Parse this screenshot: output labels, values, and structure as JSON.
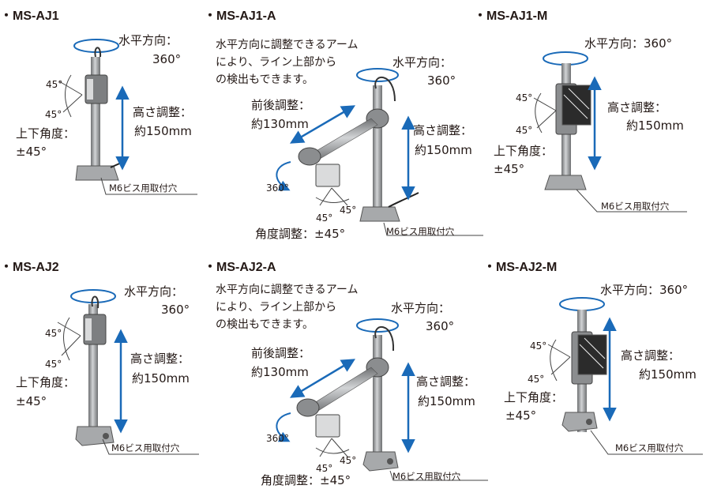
{
  "colors": {
    "arrow": "#1a6ab8",
    "metal": "#8b8d8f",
    "metal_dark": "#5f6163",
    "metal_light": "#c9cbcd",
    "mount": "#b1b3b5"
  },
  "panels": [
    {
      "title": "・MS-AJ1",
      "horizontal_label": "水平方向：",
      "horizontal_value": "360°",
      "height_label": "高さ調整：",
      "height_value": "約150mm",
      "angle_top": "45°",
      "angle_bottom": "45°",
      "tilt_label": "上下角度：",
      "tilt_value": "±45°",
      "mount_hole": "M6ビス用取付穴"
    },
    {
      "title": "・MS-AJ1-A",
      "arm_note_1": "水平方向に調整できるアーム",
      "arm_note_2": "により、ライン上部から",
      "arm_note_3": "の検出もできます。",
      "horizontal_label": "水平方向：",
      "horizontal_value": "360°",
      "front_back_label": "前後調整：",
      "front_back_value": "約130mm",
      "height_label": "高さ調整：",
      "height_value": "約150mm",
      "rotation_value": "360°",
      "angle_left": "45°",
      "angle_right": "45°",
      "angle_adjust": "角度調整：±45°",
      "mount_hole": "M6ビス用取付穴"
    },
    {
      "title": "・MS-AJ1-M",
      "horizontal_text": "水平方向：360°",
      "height_label": "高さ調整：",
      "height_value": "約150mm",
      "angle_top": "45°",
      "angle_bottom": "45°",
      "tilt_label": "上下角度：",
      "tilt_value": "±45°",
      "mount_hole": "M6ビス用取付穴"
    },
    {
      "title": "・MS-AJ2",
      "horizontal_label": "水平方向：",
      "horizontal_value": "360°",
      "height_label": "高さ調整：",
      "height_value": "約150mm",
      "angle_top": "45°",
      "angle_bottom": "45°",
      "tilt_label": "上下角度：",
      "tilt_value": "±45°",
      "mount_hole": "M6ビス用取付穴"
    },
    {
      "title": "・MS-AJ2-A",
      "arm_note_1": "水平方向に調整できるアーム",
      "arm_note_2": "により、ライン上部から",
      "arm_note_3": "の検出もできます。",
      "horizontal_label": "水平方向：",
      "horizontal_value": "360°",
      "front_back_label": "前後調整：",
      "front_back_value": "約130mm",
      "height_label": "高さ調整：",
      "height_value": "約150mm",
      "rotation_value": "360°",
      "angle_left": "45°",
      "angle_right": "45°",
      "angle_adjust": "角度調整：±45°",
      "mount_hole": "M6ビス用取付穴"
    },
    {
      "title": "・MS-AJ2-M",
      "horizontal_text": "水平方向：360°",
      "height_label": "高さ調整：",
      "height_value": "約150mm",
      "angle_top": "45°",
      "angle_bottom": "45°",
      "tilt_label": "上下角度：",
      "tilt_value": "±45°",
      "mount_hole": "M6ビス用取付穴"
    }
  ]
}
